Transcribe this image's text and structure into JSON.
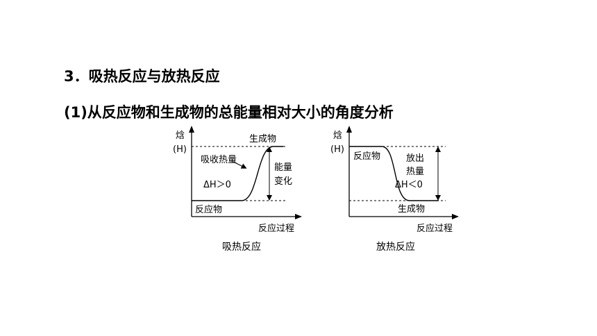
{
  "headings": {
    "section": "3．吸热反应与放热反应",
    "subsection": "(1)从反应物和生成物的总能量相对大小的角度分析"
  },
  "diagrams": {
    "endothermic": {
      "y_axis_label_top": "焓",
      "y_axis_label_bottom": "(H)",
      "x_axis_label": "反应过程",
      "high_level_label": "生成物",
      "low_level_label": "反应物",
      "process_label": "吸收热量",
      "delta_label": "ΔH＞0",
      "change_label_1": "能量",
      "change_label_2": "变化",
      "caption": "吸热反应"
    },
    "exothermic": {
      "y_axis_label_top": "焓",
      "y_axis_label_bottom": "(H)",
      "x_axis_label": "反应过程",
      "high_level_label": "反应物",
      "low_level_label": "生成物",
      "process_label_1": "放出",
      "process_label_2": "热量",
      "delta_label": "ΔH＜0",
      "caption": "放热反应"
    }
  }
}
